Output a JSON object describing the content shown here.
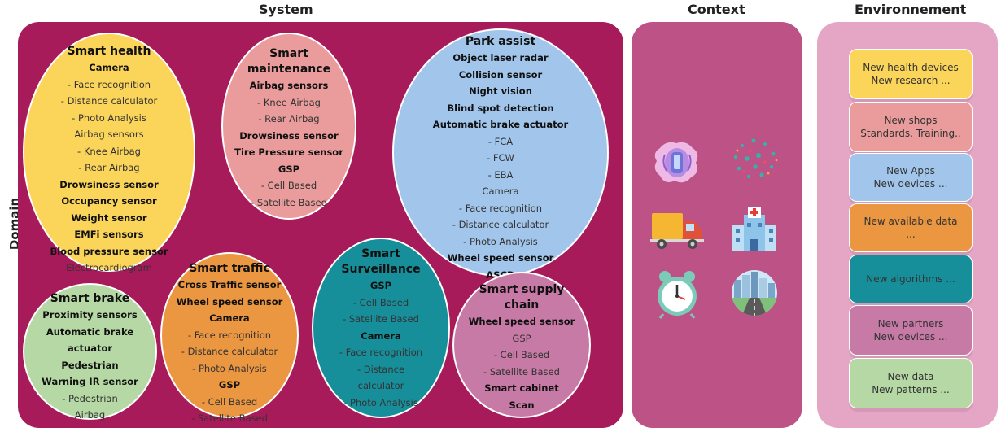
{
  "headers": {
    "system": "System",
    "context": "Context",
    "environment": "Environnement",
    "domain": "Domain"
  },
  "colors": {
    "system_bg": "#a81b5a",
    "context_bg": "#bd5287",
    "environment_bg": "#e5a6c6"
  },
  "domains": [
    {
      "id": "smart-health",
      "title_lines": [
        "Smart health"
      ],
      "color": "#fbd45a",
      "items": [
        {
          "text": "Camera",
          "bold": true
        },
        {
          "text": "- Face recognition",
          "bold": false
        },
        {
          "text": "- Distance calculator",
          "bold": false
        },
        {
          "text": "- Photo Analysis",
          "bold": false
        },
        {
          "text": "Airbag sensors",
          "bold": false
        },
        {
          "text": "- Knee Airbag",
          "bold": false
        },
        {
          "text": "- Rear Airbag",
          "bold": false
        },
        {
          "text": "Drowsiness sensor",
          "bold": true
        },
        {
          "text": "Occupancy sensor",
          "bold": true
        },
        {
          "text": "Weight sensor",
          "bold": true
        },
        {
          "text": "EMFi sensors",
          "bold": true
        },
        {
          "text": "Blood pressure sensor",
          "bold": true
        },
        {
          "text": "Electrocardiogram",
          "bold": false
        }
      ]
    },
    {
      "id": "smart-maintenance",
      "title_lines": [
        "Smart",
        "maintenance"
      ],
      "color": "#e99c9b",
      "items": [
        {
          "text": "Airbag sensors",
          "bold": true
        },
        {
          "text": "- Knee Airbag",
          "bold": false
        },
        {
          "text": "- Rear Airbag",
          "bold": false
        },
        {
          "text": "Drowsiness sensor",
          "bold": true
        },
        {
          "text": "Tire Pressure sensor",
          "bold": true
        },
        {
          "text": "GSP",
          "bold": true
        },
        {
          "text": "- Cell Based",
          "bold": false
        },
        {
          "text": "- Satellite Based",
          "bold": false
        }
      ]
    },
    {
      "id": "park-assist",
      "title_lines": [
        "Park assist"
      ],
      "color": "#a2c6eb",
      "items": [
        {
          "text": "Object laser radar",
          "bold": true
        },
        {
          "text": "Collision sensor",
          "bold": true
        },
        {
          "text": "Night vision",
          "bold": true
        },
        {
          "text": "Blind spot detection",
          "bold": true
        },
        {
          "text": "Automatic brake actuator",
          "bold": true
        },
        {
          "text": "- FCA",
          "bold": false
        },
        {
          "text": "- FCW",
          "bold": false
        },
        {
          "text": "- EBA",
          "bold": false
        },
        {
          "text": "Camera",
          "bold": false
        },
        {
          "text": "- Face recognition",
          "bold": false
        },
        {
          "text": "- Distance calculator",
          "bold": false
        },
        {
          "text": "- Photo Analysis",
          "bold": false
        },
        {
          "text": "Wheel speed sensor",
          "bold": true
        },
        {
          "text": "ASCD",
          "bold": true
        }
      ]
    },
    {
      "id": "smart-brake",
      "title_lines": [
        "Smart brake"
      ],
      "color": "#b5d8a4",
      "items": [
        {
          "text": "Proximity sensors",
          "bold": true
        },
        {
          "text": "Automatic brake",
          "bold": true
        },
        {
          "text": "actuator",
          "bold": true
        },
        {
          "text": "Pedestrian",
          "bold": true
        },
        {
          "text": "Warning IR sensor",
          "bold": true
        },
        {
          "text": "- Pedestrian",
          "bold": false
        },
        {
          "text": "Airbag",
          "bold": false
        }
      ]
    },
    {
      "id": "smart-traffic",
      "title_lines": [
        "Smart traffic"
      ],
      "color": "#eb9640",
      "items": [
        {
          "text": "Cross Traffic sensor",
          "bold": true
        },
        {
          "text": "Wheel speed sensor",
          "bold": true
        },
        {
          "text": "Camera",
          "bold": true
        },
        {
          "text": "- Face recognition",
          "bold": false
        },
        {
          "text": "- Distance calculator",
          "bold": false
        },
        {
          "text": "- Photo Analysis",
          "bold": false
        },
        {
          "text": "GSP",
          "bold": true
        },
        {
          "text": "- Cell Based",
          "bold": false
        },
        {
          "text": "- Satellite Based",
          "bold": false
        }
      ]
    },
    {
      "id": "smart-surveillance",
      "title_lines": [
        "Smart",
        "Surveillance"
      ],
      "color": "#178f9b",
      "items": [
        {
          "text": "GSP",
          "bold": true
        },
        {
          "text": "- Cell Based",
          "bold": false
        },
        {
          "text": "- Satellite Based",
          "bold": false
        },
        {
          "text": "Camera",
          "bold": true
        },
        {
          "text": "- Face recognition",
          "bold": false
        },
        {
          "text": "- Distance",
          "bold": false
        },
        {
          "text": "calculator",
          "bold": false
        },
        {
          "text": "- Photo Analysis",
          "bold": false
        }
      ]
    },
    {
      "id": "smart-supply-chain",
      "title_lines": [
        "Smart supply",
        "chain"
      ],
      "color": "#c77aa6",
      "items": [
        {
          "text": "Wheel speed sensor",
          "bold": true
        },
        {
          "text": "GSP",
          "bold": false
        },
        {
          "text": "- Cell Based",
          "bold": false
        },
        {
          "text": "- Satellite Based",
          "bold": false
        },
        {
          "text": "Smart cabinet",
          "bold": true
        },
        {
          "text": "Scan",
          "bold": true
        }
      ]
    }
  ],
  "context_icons": [
    "brain-icon",
    "network-icon",
    "delivery-truck-icon",
    "hospital-icon",
    "alarm-clock-icon",
    "city-road-icon"
  ],
  "environment": [
    {
      "lines": [
        "New health devices",
        "New research ..."
      ],
      "color": "#fbd45a"
    },
    {
      "lines": [
        "New shops",
        "Standards, Training.."
      ],
      "color": "#e99c9b"
    },
    {
      "lines": [
        "New Apps",
        "New devices ..."
      ],
      "color": "#a2c6eb"
    },
    {
      "lines": [
        "New available data",
        "..."
      ],
      "color": "#eb9640"
    },
    {
      "lines": [
        "New algorithms ..."
      ],
      "color": "#178f9b"
    },
    {
      "lines": [
        "New partners",
        "New devices ..."
      ],
      "color": "#c77aa6"
    },
    {
      "lines": [
        "New data",
        "New patterns ..."
      ],
      "color": "#b5d8a4"
    }
  ]
}
